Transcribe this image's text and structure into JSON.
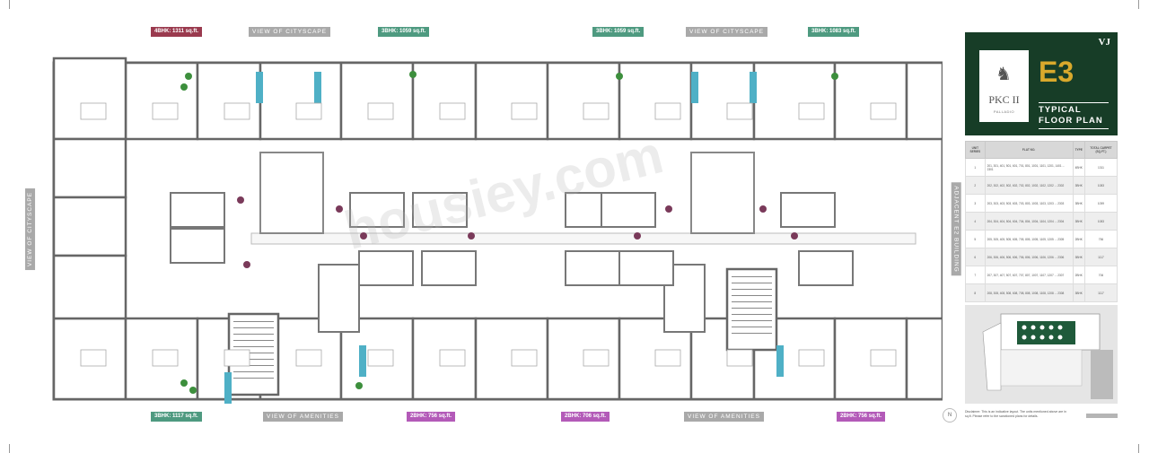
{
  "labels": {
    "top": [
      {
        "text": "4BHK: 1311 sq.ft.",
        "color": "#9a3a4e"
      },
      {
        "text": "VIEW OF CITYSCAPE",
        "color": "#a9a9a9"
      },
      {
        "text": "3BHK: 1059 sq.ft.",
        "color": "#4e9a80"
      },
      {
        "text": "3BHK: 1059 sq.ft.",
        "color": "#4e9a80"
      },
      {
        "text": "VIEW OF CITYSCAPE",
        "color": "#a9a9a9"
      },
      {
        "text": "3BHK: 1083 sq.ft.",
        "color": "#4e9a80"
      }
    ],
    "bottom": [
      {
        "text": "3BHK: 1117 sq.ft.",
        "color": "#4e9a80"
      },
      {
        "text": "VIEW OF AMENITIES",
        "color": "#a9a9a9"
      },
      {
        "text": "2BHK: 756 sq.ft.",
        "color": "#b35ab8"
      },
      {
        "text": "2BHK: 706 sq.ft.",
        "color": "#b35ab8"
      },
      {
        "text": "VIEW OF AMENITIES",
        "color": "#a9a9a9"
      },
      {
        "text": "2BHK: 756 sq.ft.",
        "color": "#b35ab8"
      }
    ],
    "left": "VIEW OF CITYSCAPE",
    "right": "ADJACENT E2 BUILDING"
  },
  "watermark": "housiey.com",
  "brand": {
    "developer": "VJ",
    "project": "PKC II",
    "project_sub": "PALLADIO",
    "building": "E3",
    "title_line1": "TYPICAL",
    "title_line2": "FLOOR PLAN",
    "panel_color": "#173d27",
    "accent_color": "#d9a92c"
  },
  "table": {
    "headers": [
      "UNIT SERIES",
      "FLAT NO.",
      "TYPE",
      "TOTAL CARPET (SQ.FT.)"
    ],
    "rows": [
      [
        "1",
        "201, 301, 401, 501, 601, 701, 801, 1001, 1101, 1201, 1401 ... 2301",
        "4BHK",
        "1311"
      ],
      [
        "2",
        "202, 302, 402, 502, 602, 702, 802, 1002, 1102, 1202 ... 2302",
        "3BHK",
        "1083"
      ],
      [
        "3",
        "203, 303, 403, 503, 603, 703, 803, 1003, 1103, 1203 ... 2303",
        "3BHK",
        "1059"
      ],
      [
        "4",
        "204, 304, 404, 504, 604, 704, 804, 1004, 1104, 1204 ... 2304",
        "3BHK",
        "1083"
      ],
      [
        "5",
        "205, 305, 405, 505, 605, 705, 805, 1005, 1105, 1205 ... 2305",
        "2BHK",
        "756"
      ],
      [
        "6",
        "206, 306, 406, 506, 606, 706, 806, 1006, 1106, 1206 ... 2306",
        "3BHK",
        "1117"
      ],
      [
        "7",
        "207, 307, 407, 507, 607, 707, 807, 1007, 1107, 1207 ... 2307",
        "2BHK",
        "706"
      ],
      [
        "8",
        "208, 308, 408, 508, 608, 708, 808, 1008, 1108, 1208 ... 2308",
        "3BHK",
        "1117"
      ]
    ]
  },
  "compass": "N",
  "disclaimer": "Disclaimer: This is an indicative layout. The units mentioned above are in sq.ft. Please refer to the sanctioned plans for details."
}
